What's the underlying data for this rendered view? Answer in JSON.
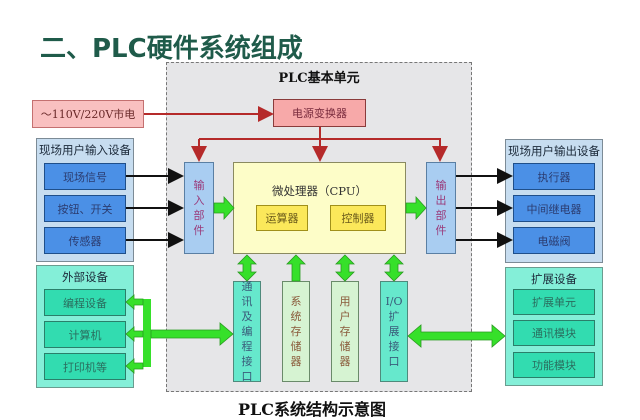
{
  "title": "二、PLC硬件系统组成",
  "caption": "PLC系统结构示意图",
  "plc_unit": {
    "label": "PLC基本单元",
    "power_converter": "电源变换器",
    "cpu": {
      "label": "微处理器（CPU）",
      "alu": "运算器",
      "controller": "控制器"
    },
    "input_unit": [
      "输",
      "入",
      "部",
      "件"
    ],
    "output_unit": [
      "输",
      "出",
      "部",
      "件"
    ],
    "ports": [
      {
        "name": "comm-programming-port",
        "chars": [
          "通",
          "讯",
          "及",
          "编",
          "程",
          "接",
          "口"
        ]
      },
      {
        "name": "system-memory",
        "chars": [
          "系",
          "统",
          "存",
          "储",
          "器"
        ]
      },
      {
        "name": "user-memory",
        "chars": [
          "用",
          "户",
          "存",
          "储",
          "器"
        ]
      },
      {
        "name": "io-expansion-port",
        "chars": [
          "I/O",
          "扩",
          "展",
          "接",
          "口"
        ]
      }
    ]
  },
  "mains_power": "～110V/220V市电",
  "input_devices": {
    "label": "现场用户输入设备",
    "items": [
      "现场信号",
      "按钮、开关",
      "传感器"
    ]
  },
  "output_devices": {
    "label": "现场用户输出设备",
    "items": [
      "执行器",
      "中间继电器",
      "电磁阀"
    ]
  },
  "external_devices": {
    "label": "外部设备",
    "items": [
      "编程设备",
      "计算机",
      "打印机等"
    ]
  },
  "expansion_devices": {
    "label": "扩展设备",
    "items": [
      "扩展单元",
      "通讯模块",
      "功能模块"
    ]
  },
  "colors": {
    "title": "#1f5b4a",
    "power_line": "#b52a2a",
    "signal_line": "#111111",
    "data_arrow": "#36e02a"
  }
}
